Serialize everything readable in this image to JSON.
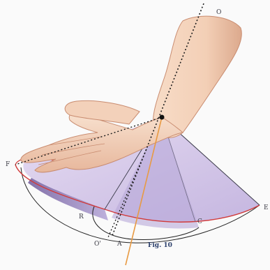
{
  "figure": {
    "labels": {
      "top_axis": "O",
      "bottom_axis": "O'",
      "left_point": "F",
      "right_point": "E",
      "inner_left": "R",
      "inner_right": "C",
      "bottom_point": "A"
    },
    "caption": "Fig. 10"
  },
  "colors": {
    "background": "#fafafa",
    "skin": "#f4d5bf",
    "skin_shadow": "#d9a88d",
    "cone_fill": "#cbbfe3",
    "cone_dark": "#7c6ba8",
    "edge_red": "#d13a3a",
    "axis_dotted": "#1c1c1c",
    "orange_line": "#e89a43"
  }
}
